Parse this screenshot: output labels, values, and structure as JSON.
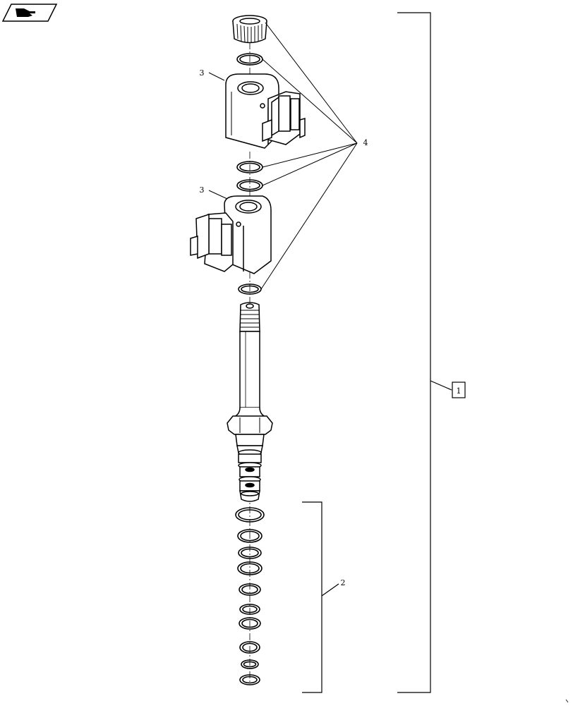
{
  "toolbar": {
    "nav_icon": "hand-pointer-icon"
  },
  "callouts": {
    "assembly": "1",
    "seal_kit": "2",
    "coil_upper": "3",
    "coil_lower": "3",
    "o_ring": "4"
  },
  "colors": {
    "line": "#000000",
    "background": "#ffffff",
    "shade": "#cfcfcf"
  }
}
